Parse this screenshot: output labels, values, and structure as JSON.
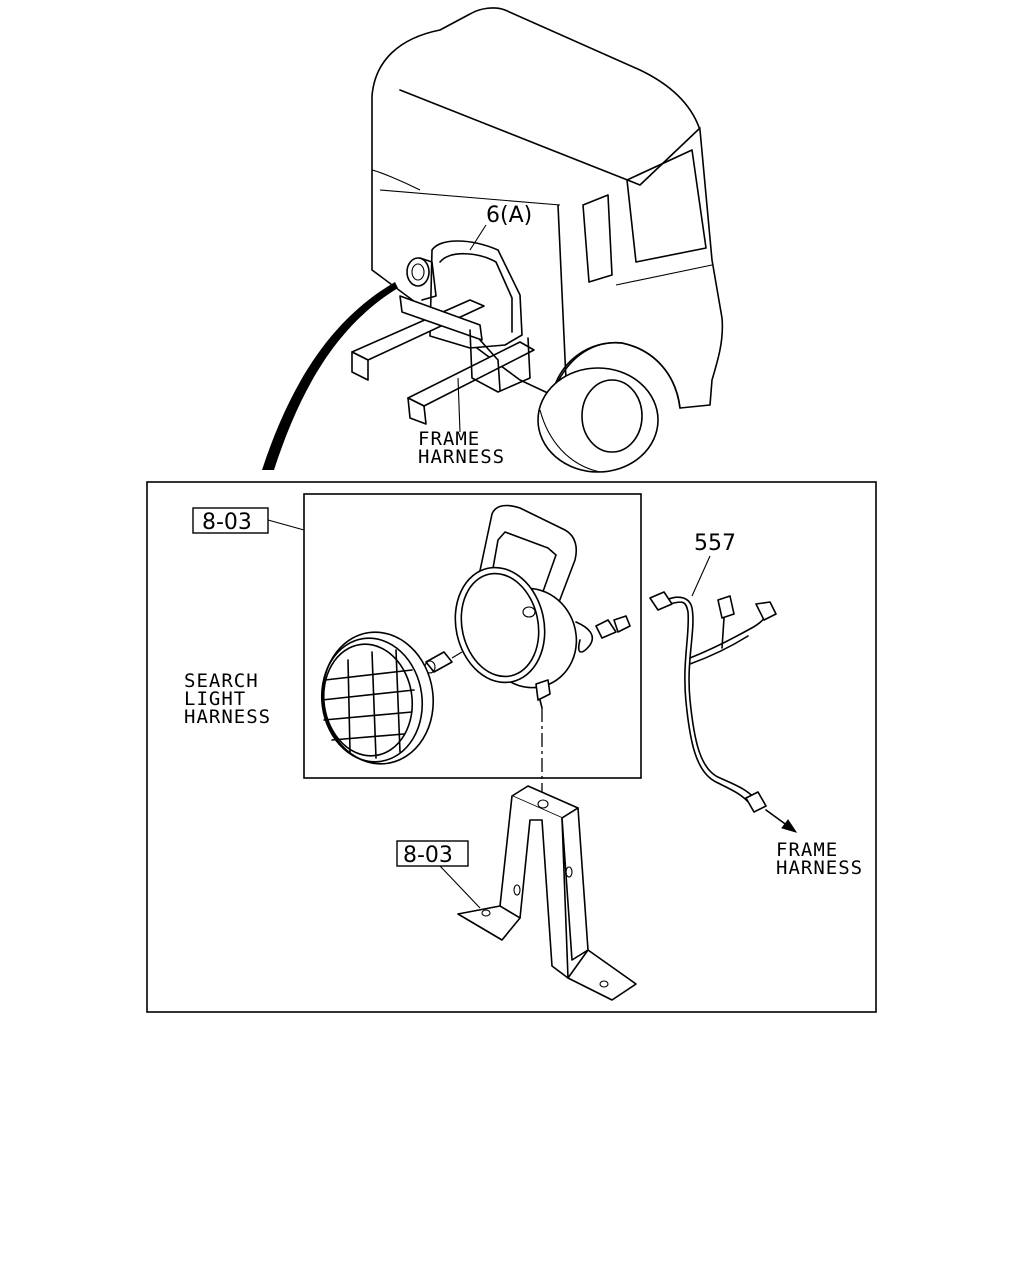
{
  "callouts": {
    "part_6a": "6(A)",
    "part_557": "557",
    "ref_lamp": "8-03",
    "ref_bracket": "8-03"
  },
  "labels": {
    "frame_harness_top": [
      "FRAME",
      "HARNESS"
    ],
    "search_light_harness": [
      "SEARCH",
      "LIGHT",
      "HARNESS"
    ],
    "frame_harness_right": [
      "FRAME",
      "HARNESS"
    ]
  }
}
